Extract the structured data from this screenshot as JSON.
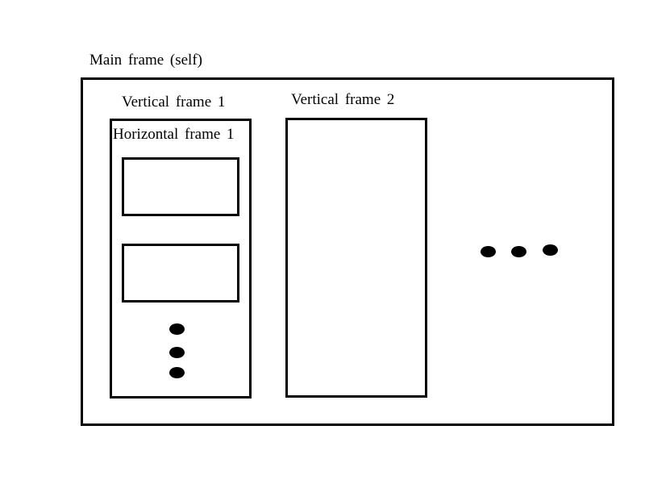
{
  "diagram": {
    "main_frame": {
      "label": "Main frame (self)"
    },
    "vertical_frame_1": {
      "label": "Vertical frame 1",
      "horizontal_frame_1": {
        "label": "Horizontal frame 1"
      }
    },
    "vertical_frame_2": {
      "label": "Vertical frame 2"
    }
  }
}
